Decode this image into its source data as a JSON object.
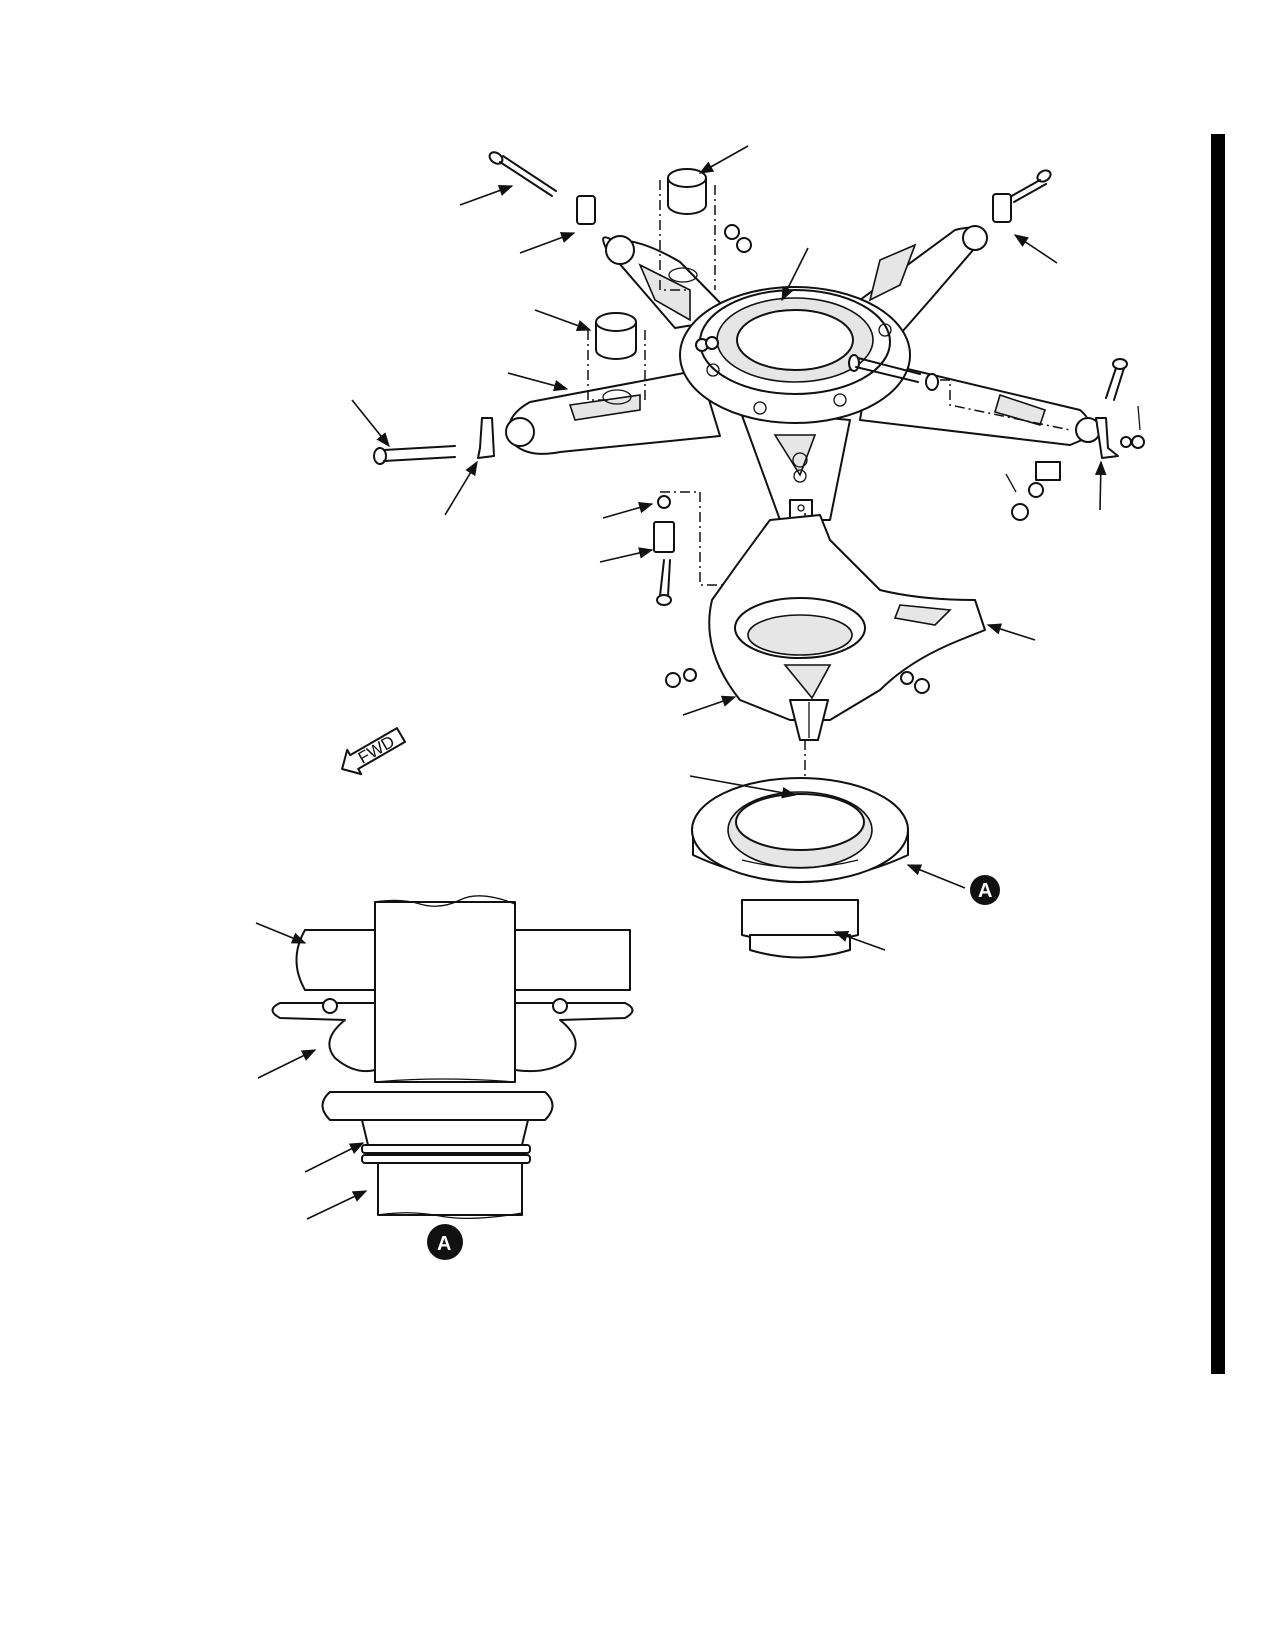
{
  "diagram": {
    "direction_marker": {
      "text": "FWD"
    },
    "detail_view_callout": {
      "text": "A"
    },
    "detail_view_label": {
      "text": "A"
    }
  },
  "colors": {
    "line": "#111111",
    "fill": "#ffffff",
    "shade": "#e6e6e6",
    "side_bar": "#000000"
  }
}
